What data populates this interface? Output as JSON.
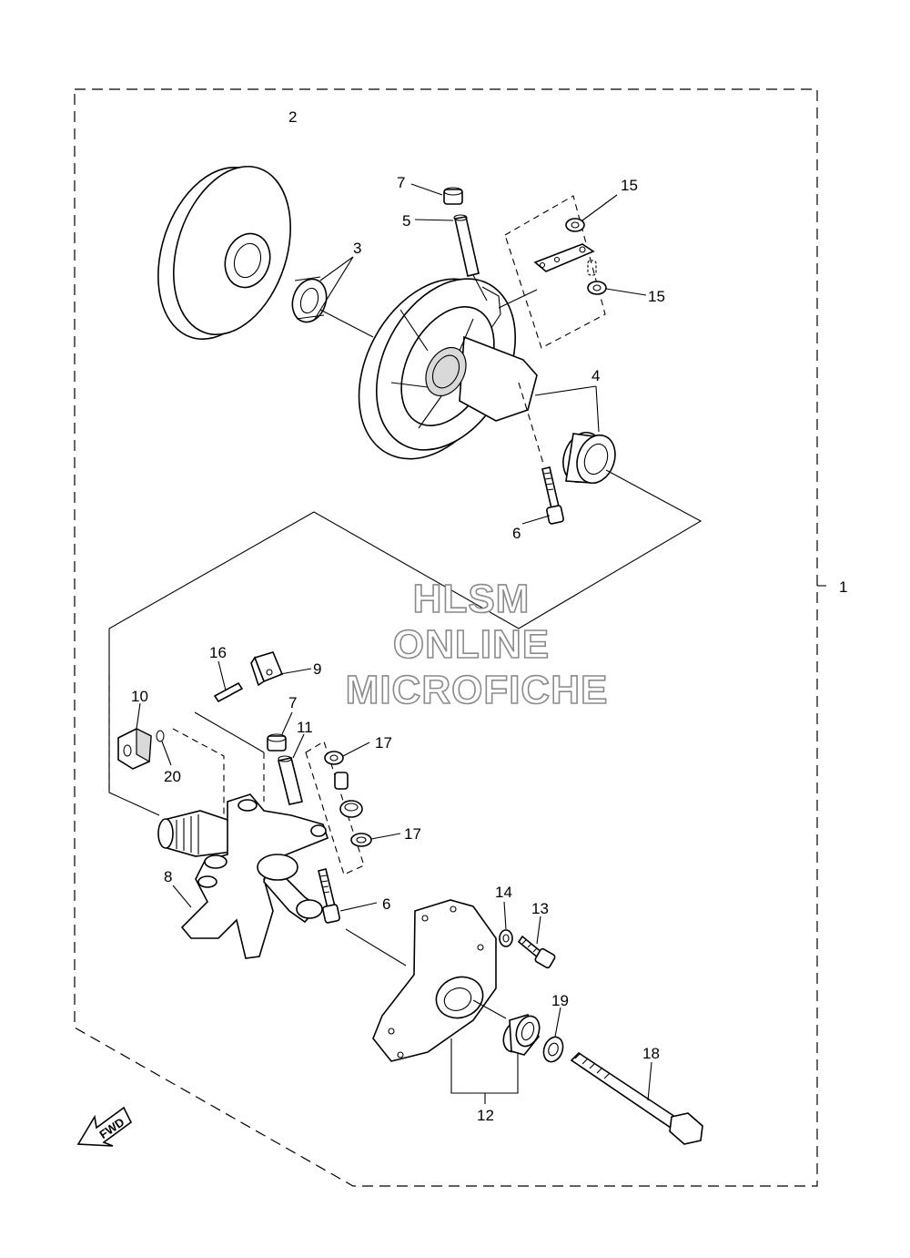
{
  "watermark": {
    "line1": "HLSM",
    "line2": "ONLINE",
    "line3": "MICROFICHE"
  },
  "fwd_label": "FWD",
  "callouts": {
    "c1": "1",
    "c2": "2",
    "c3": "3",
    "c4": "4",
    "c5": "5",
    "c6_top": "6",
    "c6_bottom": "6",
    "c7_top": "7",
    "c7_bottom": "7",
    "c8": "8",
    "c9": "9",
    "c10": "10",
    "c11": "11",
    "c12": "12",
    "c13": "13",
    "c14": "14",
    "c15_top": "15",
    "c15_bottom": "15",
    "c16": "16",
    "c17_top": "17",
    "c17_bottom": "17",
    "c18": "18",
    "c19": "19",
    "c20": "20"
  }
}
